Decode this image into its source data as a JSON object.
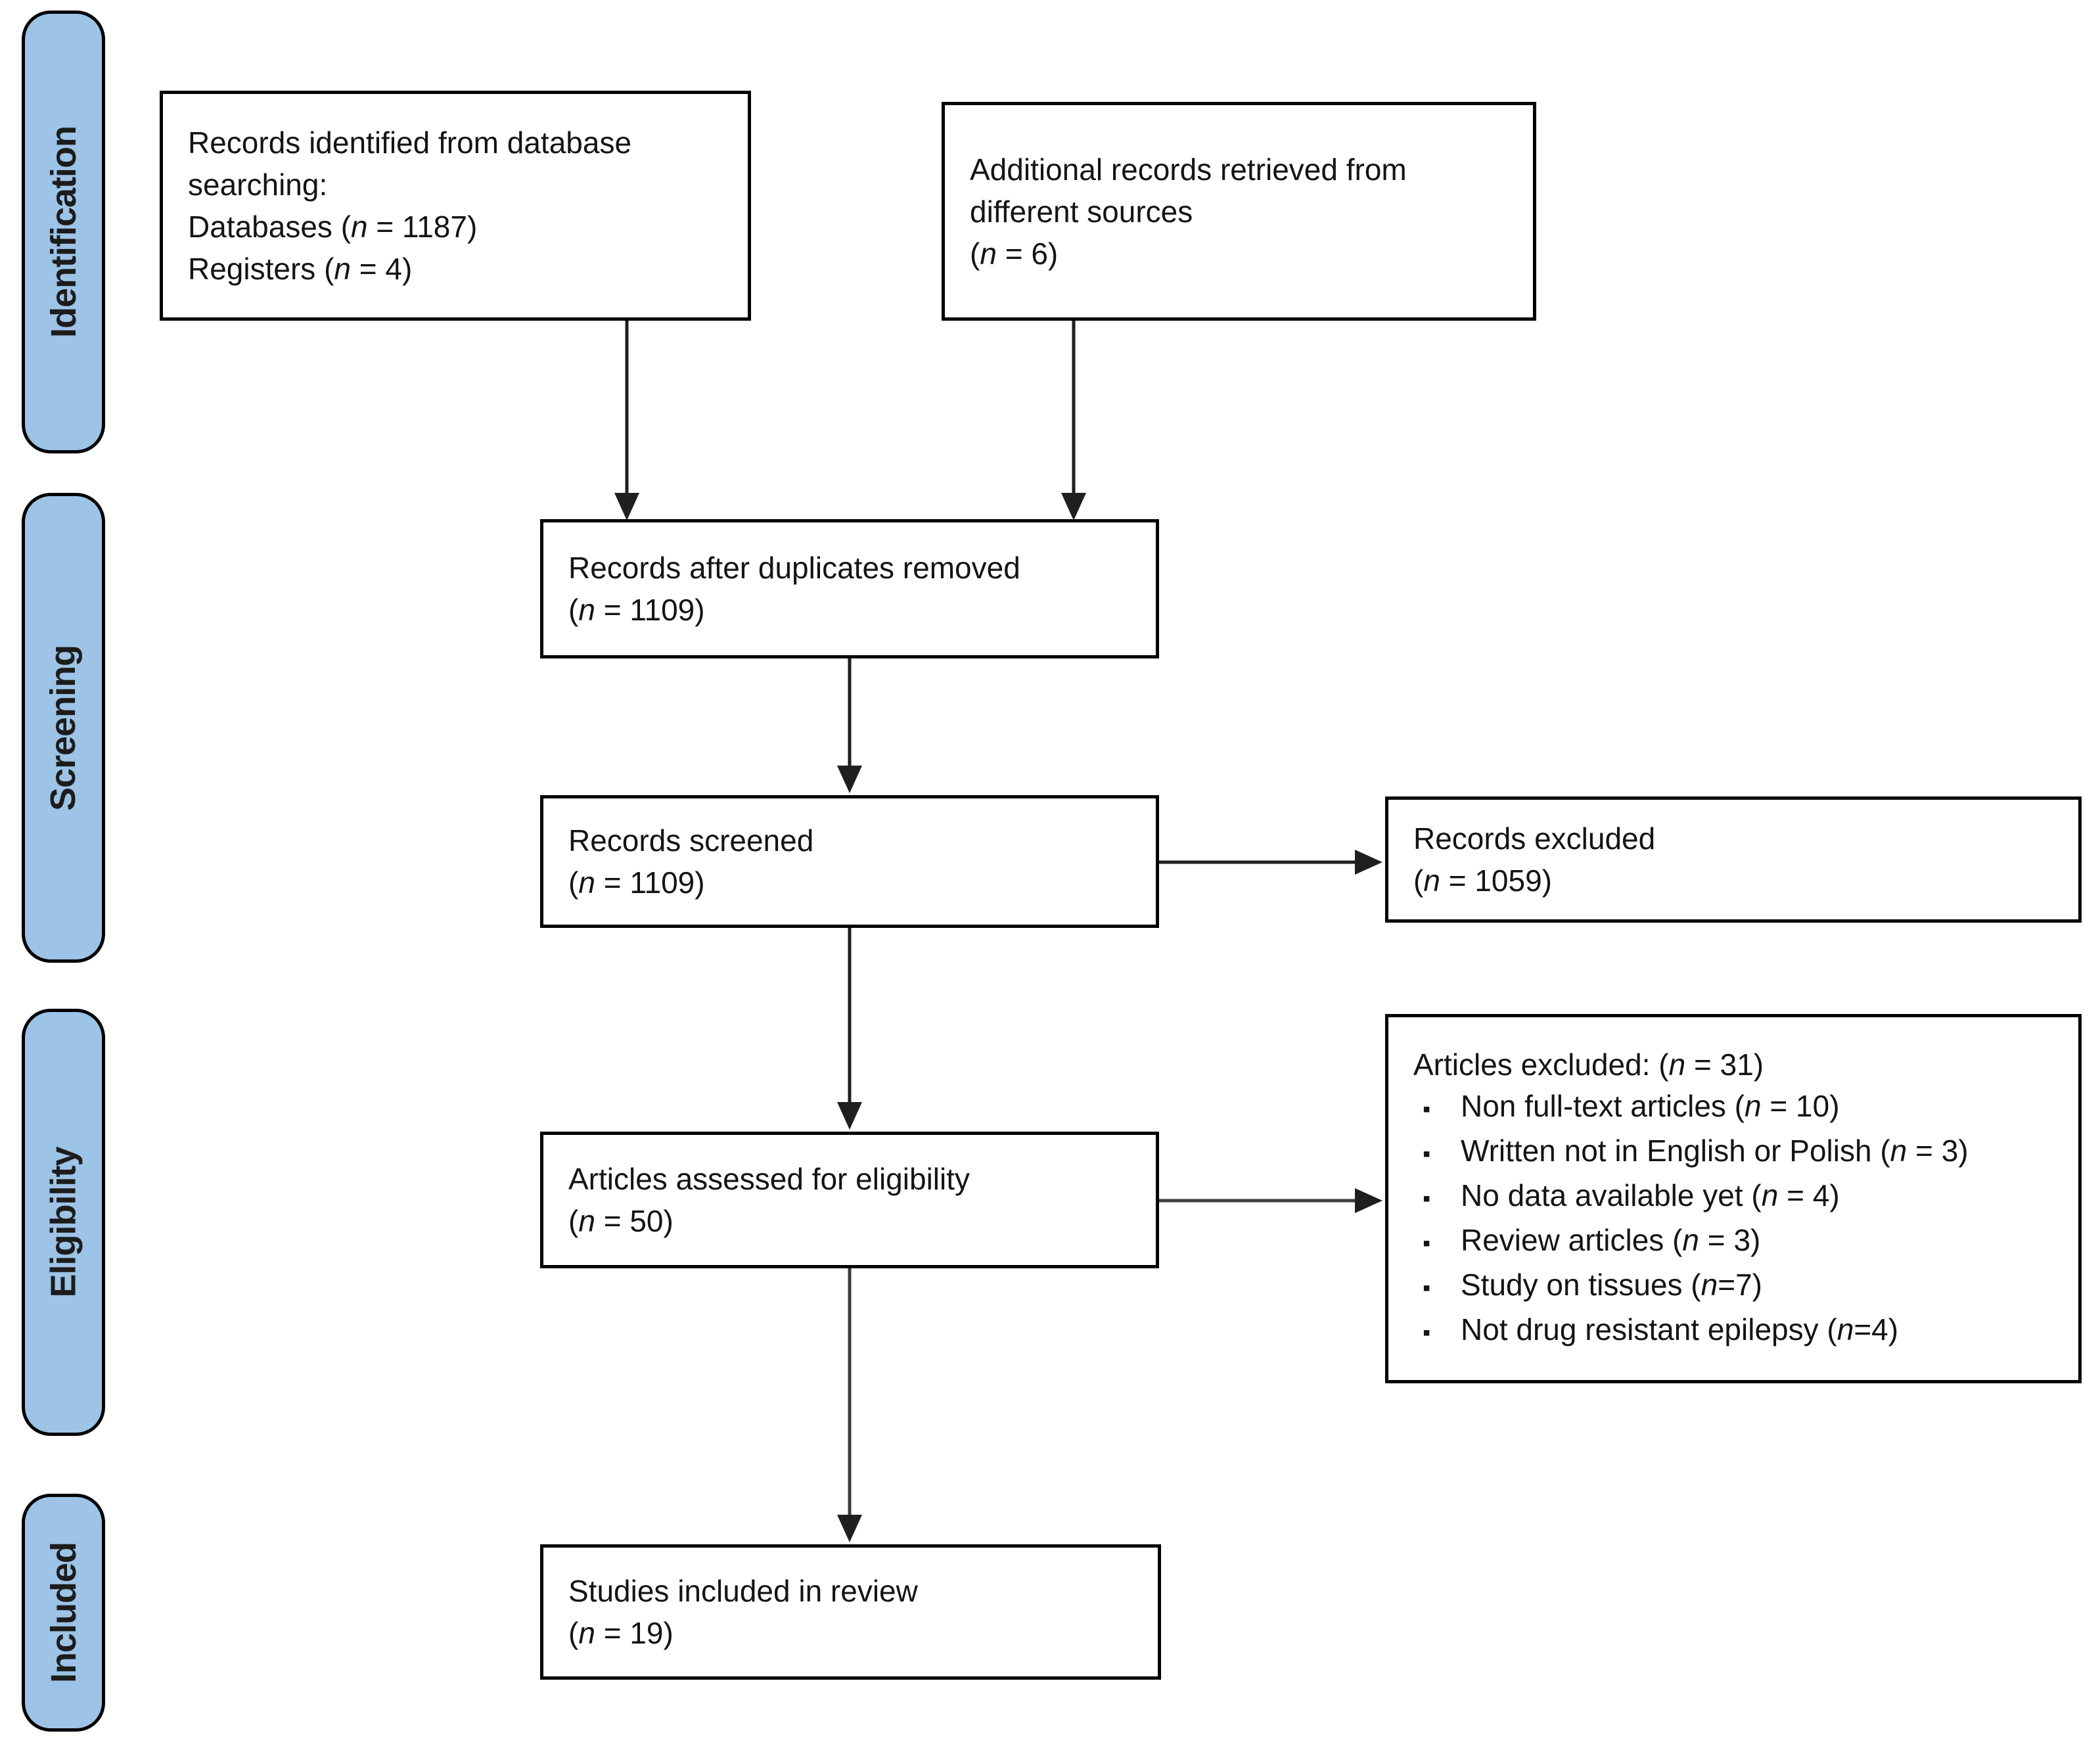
{
  "colors": {
    "stage_fill": "#9DC3E6",
    "stage_border": "#000000",
    "box_border": "#000000",
    "arrow": "#1f1f1f",
    "arrow_gray": "#3c3c3c"
  },
  "sidebar": {
    "labels": [
      {
        "id": "identification",
        "label": "Identification"
      },
      {
        "id": "screening",
        "label": "Screening"
      },
      {
        "id": "eligibility",
        "label": "Eligibility"
      },
      {
        "id": "included",
        "label": "Included"
      }
    ]
  },
  "boxes": {
    "records_identified": {
      "lines": [
        "Records identified from database",
        "searching:",
        "Databases (n = 1187)",
        "Registers (n = 4)"
      ]
    },
    "additional_records": {
      "lines": [
        "Additional records retrieved from",
        "different sources",
        "(n = 6)"
      ]
    },
    "duplicates_removed": {
      "lines": [
        "Records after duplicates removed",
        "(n = 1109)"
      ]
    },
    "records_screened": {
      "lines": [
        "Records screened",
        "(n = 1109)"
      ]
    },
    "records_excluded": {
      "lines": [
        "Records excluded",
        "(n = 1059)"
      ]
    },
    "articles_assessed": {
      "lines": [
        "Articles assessed for eligibility",
        "(n = 50)"
      ]
    },
    "articles_excluded": {
      "heading": "Articles excluded: (n = 31)",
      "bullets": [
        "Non full-text articles (n = 10)",
        "Written not in English or Polish (n = 3)",
        "No data available yet (n = 4)",
        "Review articles (n = 3)",
        "Study on tissues (n=7)",
        "Not drug resistant epilepsy (n=4)"
      ]
    },
    "studies_included": {
      "lines": [
        "Studies included in review",
        "(n = 19)"
      ]
    }
  }
}
